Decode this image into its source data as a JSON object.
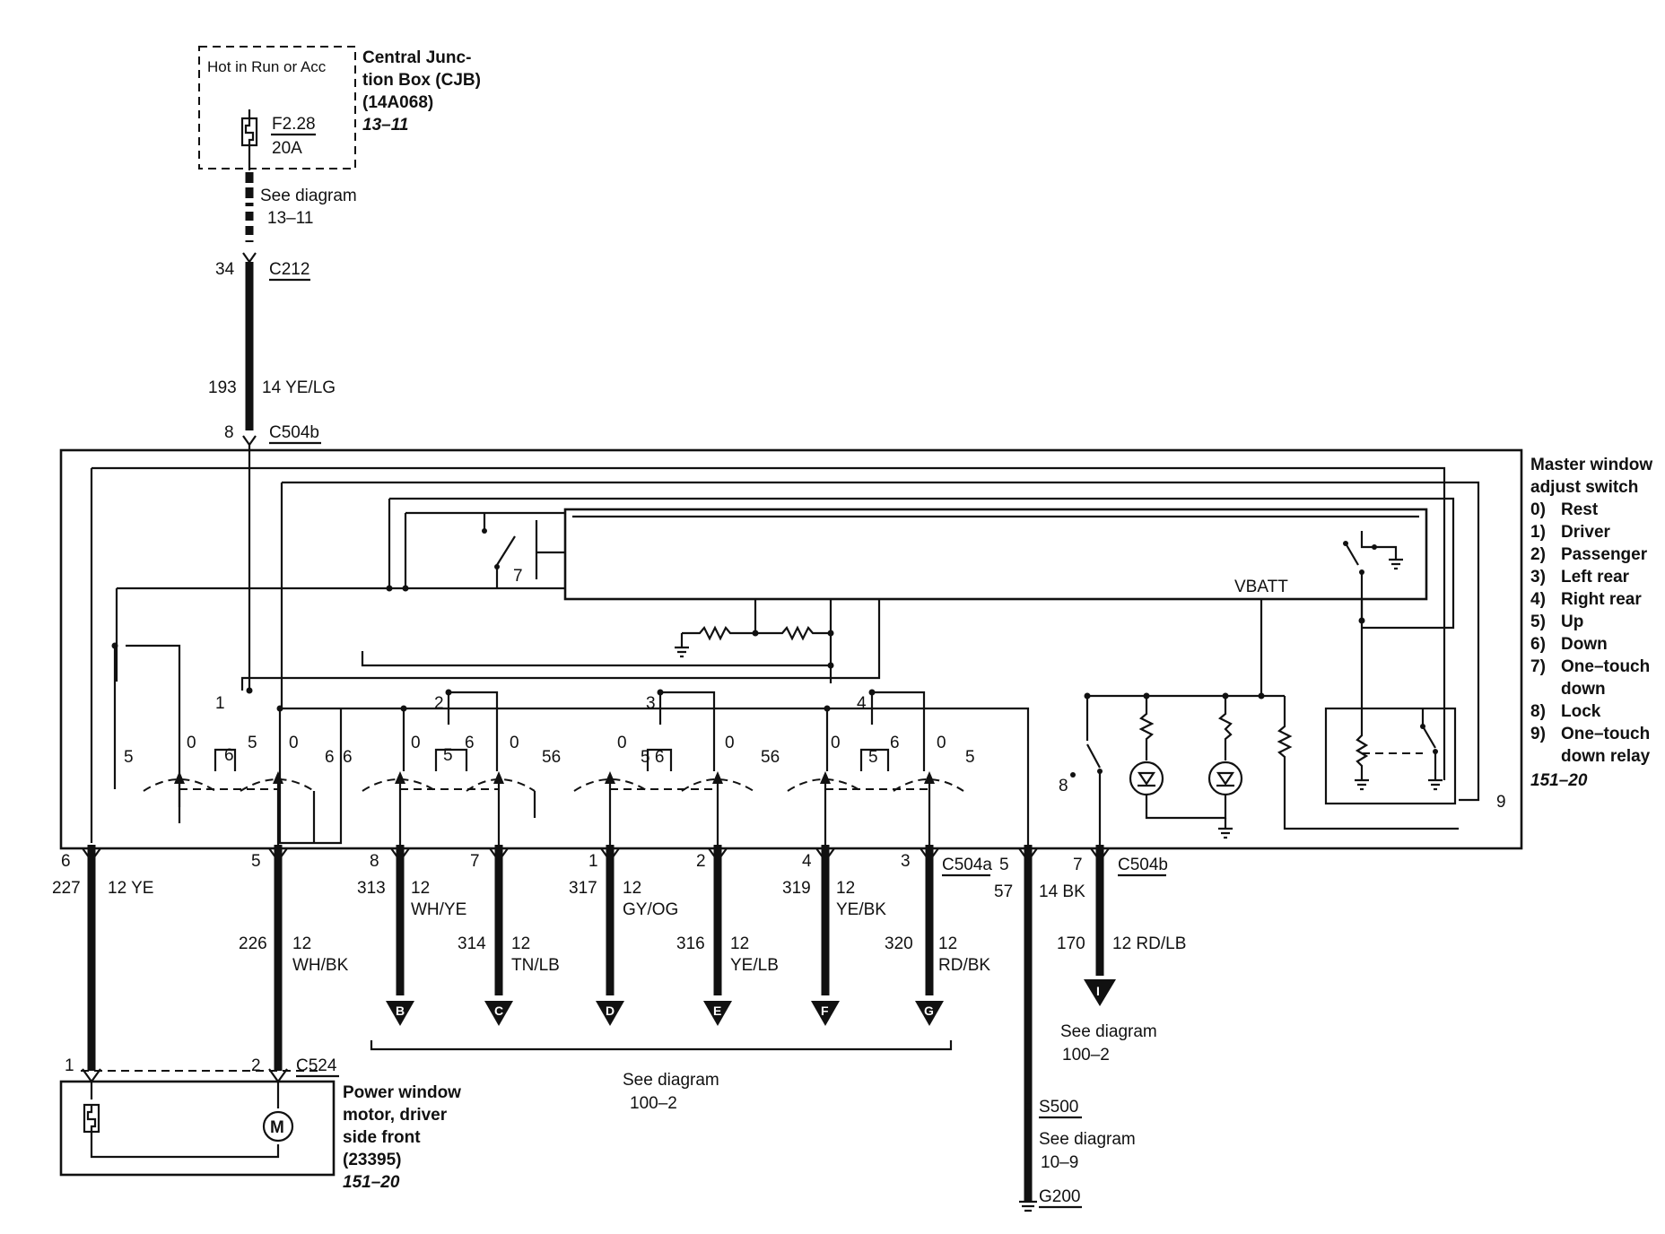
{
  "cjb": {
    "hot_label": "Hot in Run or Acc",
    "fuse_id": "F2.28",
    "fuse_rating": "20A",
    "name_lines": [
      "Central Junc-",
      "tion Box (CJB)",
      "(14A068)"
    ],
    "ref": "13–11"
  },
  "feed": {
    "see_diagram": "See diagram",
    "see_ref": "13–11",
    "pin_c212": "34",
    "conn_c212": "C212",
    "circuit": "193",
    "wire": "14 YE/LG",
    "pin_c504b": "8",
    "conn_c504b": "C504b"
  },
  "switch_title": {
    "lines": [
      "Master window",
      "adjust switch"
    ],
    "ref": "151–20"
  },
  "legend": [
    {
      "num": "0)",
      "text": "Rest"
    },
    {
      "num": "1)",
      "text": "Driver"
    },
    {
      "num": "2)",
      "text": "Passenger"
    },
    {
      "num": "3)",
      "text": "Left rear"
    },
    {
      "num": "4)",
      "text": "Right rear"
    },
    {
      "num": "5)",
      "text": "Up"
    },
    {
      "num": "6)",
      "text": "Down"
    },
    {
      "num": "7)",
      "text": "One–touch"
    },
    {
      "num": "",
      "text": "down"
    },
    {
      "num": "8)",
      "text": "Lock"
    },
    {
      "num": "9)",
      "text": "One–touch"
    },
    {
      "num": "",
      "text": "down relay"
    }
  ],
  "internal": {
    "vbatt": "VBATT",
    "label_7": "7",
    "label_8": "8",
    "label_9": "9",
    "sel_1": "1",
    "sel_2": "2",
    "sel_3": "3",
    "sel_4": "4",
    "pos_0": "0",
    "pos_5": "5",
    "pos_6": "6",
    "pos_56": "56",
    "pos_5_6": "5 6"
  },
  "outputs": [
    {
      "pin": "6",
      "circuit": "227",
      "size": "12 YE",
      "color": ""
    },
    {
      "pin": "5",
      "circuit": "226",
      "size": "12",
      "color": "WH/BK"
    },
    {
      "pin": "8",
      "circuit": "313",
      "size": "12",
      "color": "WH/YE",
      "arrow": "B"
    },
    {
      "pin": "7",
      "circuit": "314",
      "size": "12",
      "color": "TN/LB",
      "arrow": "C"
    },
    {
      "pin": "1",
      "circuit": "317",
      "size": "12",
      "color": "GY/OG",
      "arrow": "D"
    },
    {
      "pin": "2",
      "circuit": "316",
      "size": "12",
      "color": "YE/LB",
      "arrow": "E"
    },
    {
      "pin": "4",
      "circuit": "319",
      "size": "12",
      "color": "YE/BK",
      "arrow": "F"
    },
    {
      "pin": "3",
      "circuit": "320",
      "size": "12",
      "color": "RD/BK",
      "arrow": "G"
    },
    {
      "pin": "5",
      "circuit": "57",
      "size": "14 BK",
      "color": ""
    },
    {
      "pin": "7",
      "circuit": "170",
      "size": "12 RD/LB",
      "color": "",
      "arrow": "I"
    }
  ],
  "connectors": {
    "c504a": "C504a",
    "c504b": "C504b",
    "c524": "C524"
  },
  "see_100_2_main": {
    "text": "See diagram",
    "ref": "100–2"
  },
  "see_100_2_right": {
    "text": "See diagram",
    "ref": "100–2"
  },
  "ground": {
    "splice": "S500",
    "see": "See diagram",
    "ref": "10–9",
    "ground": "G200"
  },
  "motor": {
    "pin1": "1",
    "pin2": "2",
    "name_lines": [
      "Power window",
      "motor, driver",
      "side front",
      "(23395)"
    ],
    "ref": "151–20",
    "motor_letter": "M"
  }
}
